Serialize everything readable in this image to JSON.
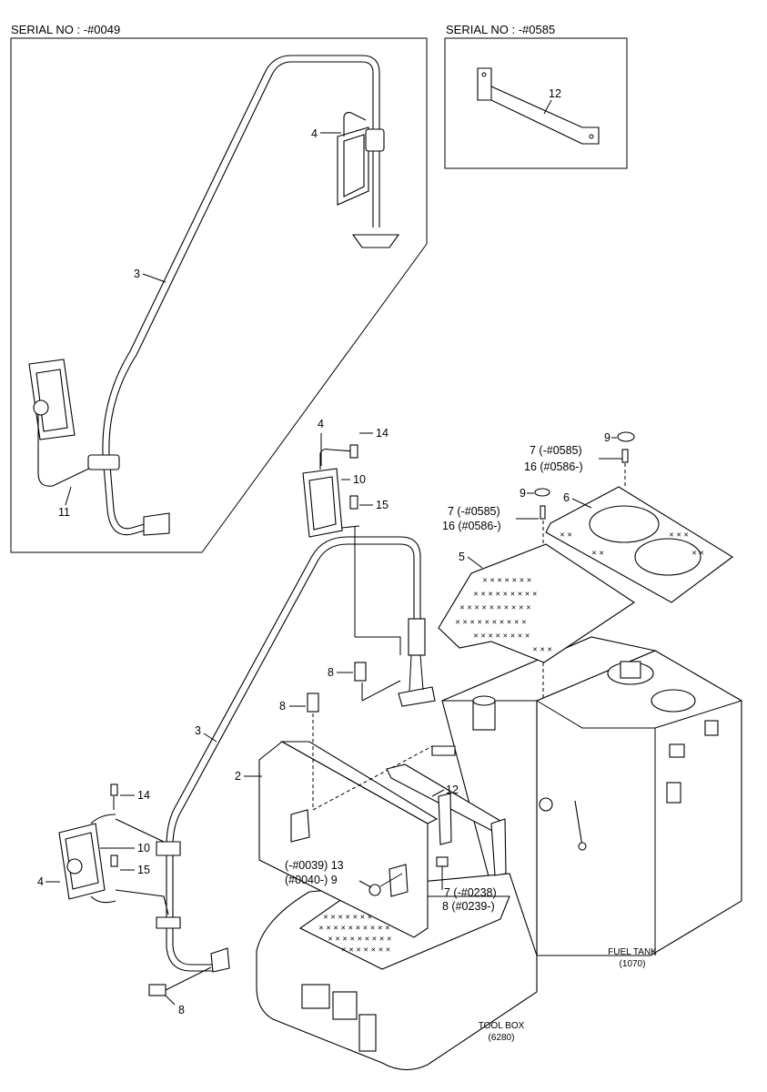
{
  "serial_left": "SERIAL NO : -#0049",
  "serial_right": "SERIAL NO : -#0585",
  "box_left": {
    "labels": {
      "mirror": "4",
      "stay": "3",
      "bracket": "11"
    }
  },
  "box_right": {
    "labels": {
      "bracket": "12"
    }
  },
  "main": {
    "labels": {
      "mirror_upper": "4",
      "bolt_upper_14": "14",
      "mirror_upper_10": "10",
      "bolt_upper_15": "15",
      "cap_9_top": "9",
      "bolt_7_top": "7 (-#0585)",
      "bolt_16_top": "16 (#0586-)",
      "plate_6": "6",
      "cap_9_mid": "9",
      "bolt_7_mid": "7 (-#0585)",
      "bolt_16_mid": "16 (#0586-)",
      "plate_5": "5",
      "bolt_8_mid": "8",
      "bolt_8_left": "8",
      "stay_3": "3",
      "toolbox_cover_2": "2",
      "bracket_12": "12",
      "bolt_14_lower": "14",
      "mirror_10_lower": "10",
      "mirror_4_lower": "4",
      "bolt_15_lower": "15",
      "part_13": "(-#0039) 13",
      "part_9_lower": "(#0040-) 9",
      "bolt_7_lower": "7 (-#0238)",
      "bolt_8_lower": "8 (#0239-)",
      "bolt_8_bottom": "8"
    },
    "fuel_tank": "FUEL TANK",
    "fuel_tank_code": "(1070)",
    "tool_box": "TOOL BOX",
    "tool_box_code": "(6280)"
  }
}
